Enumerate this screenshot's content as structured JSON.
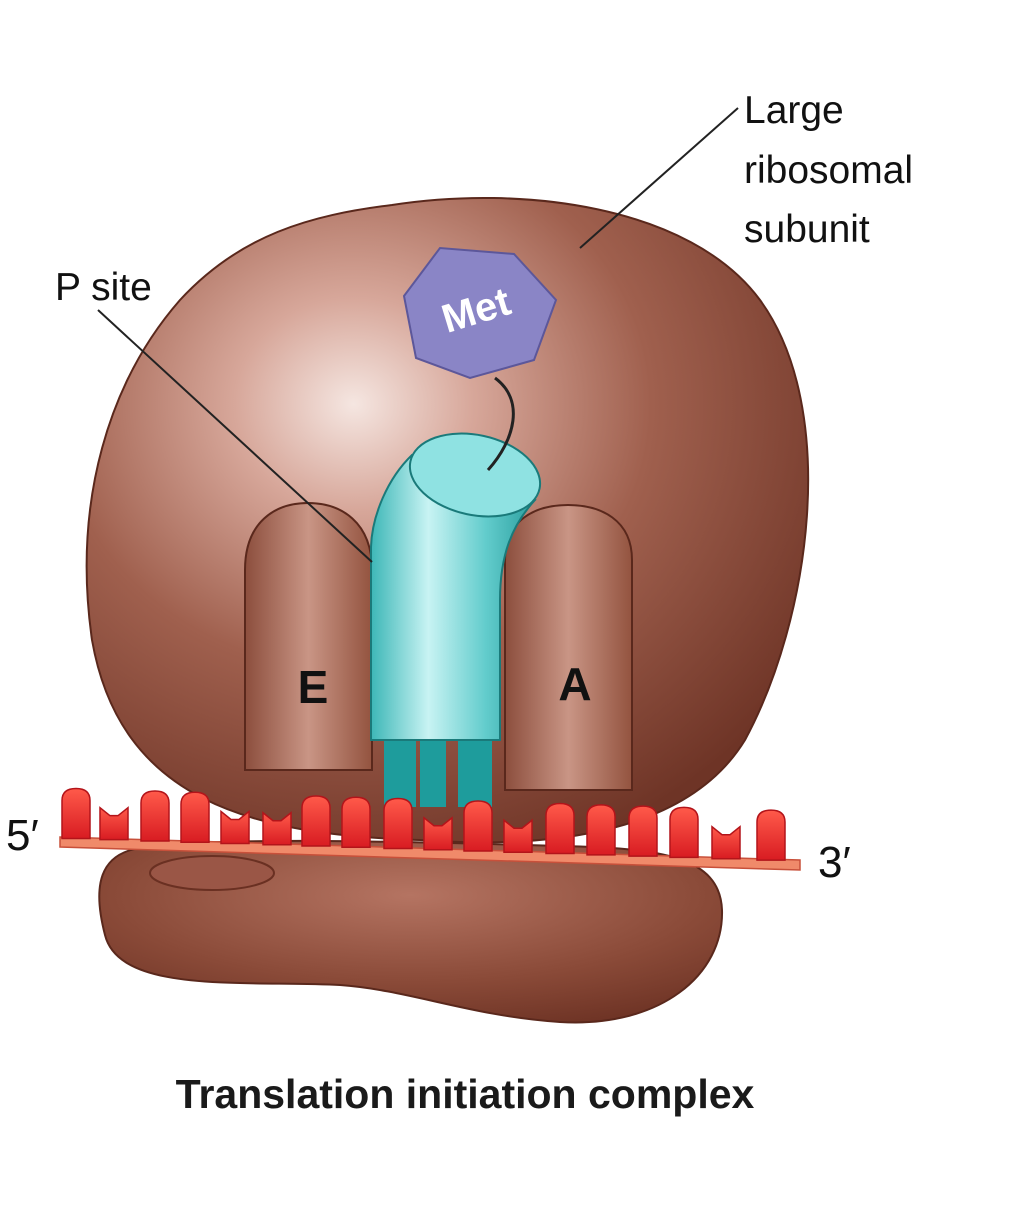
{
  "labels": {
    "large_subunit_line1": "Large",
    "large_subunit_line2": "ribosomal",
    "large_subunit_line3": "subunit",
    "p_site": "P site",
    "met": "Met",
    "e_site": "E",
    "a_site": "A",
    "five_prime": "5′",
    "three_prime": "3′"
  },
  "caption": "Translation initiation complex",
  "colors": {
    "ribosome": "#8a4a38",
    "ribosome_highlight": "#f3e2dc",
    "trna": "#6fd3d3",
    "trna_dark": "#1e9c9c",
    "met": "#8a85c6",
    "mrna": "#e8212b",
    "mrna_backbone": "#f08a6a"
  }
}
